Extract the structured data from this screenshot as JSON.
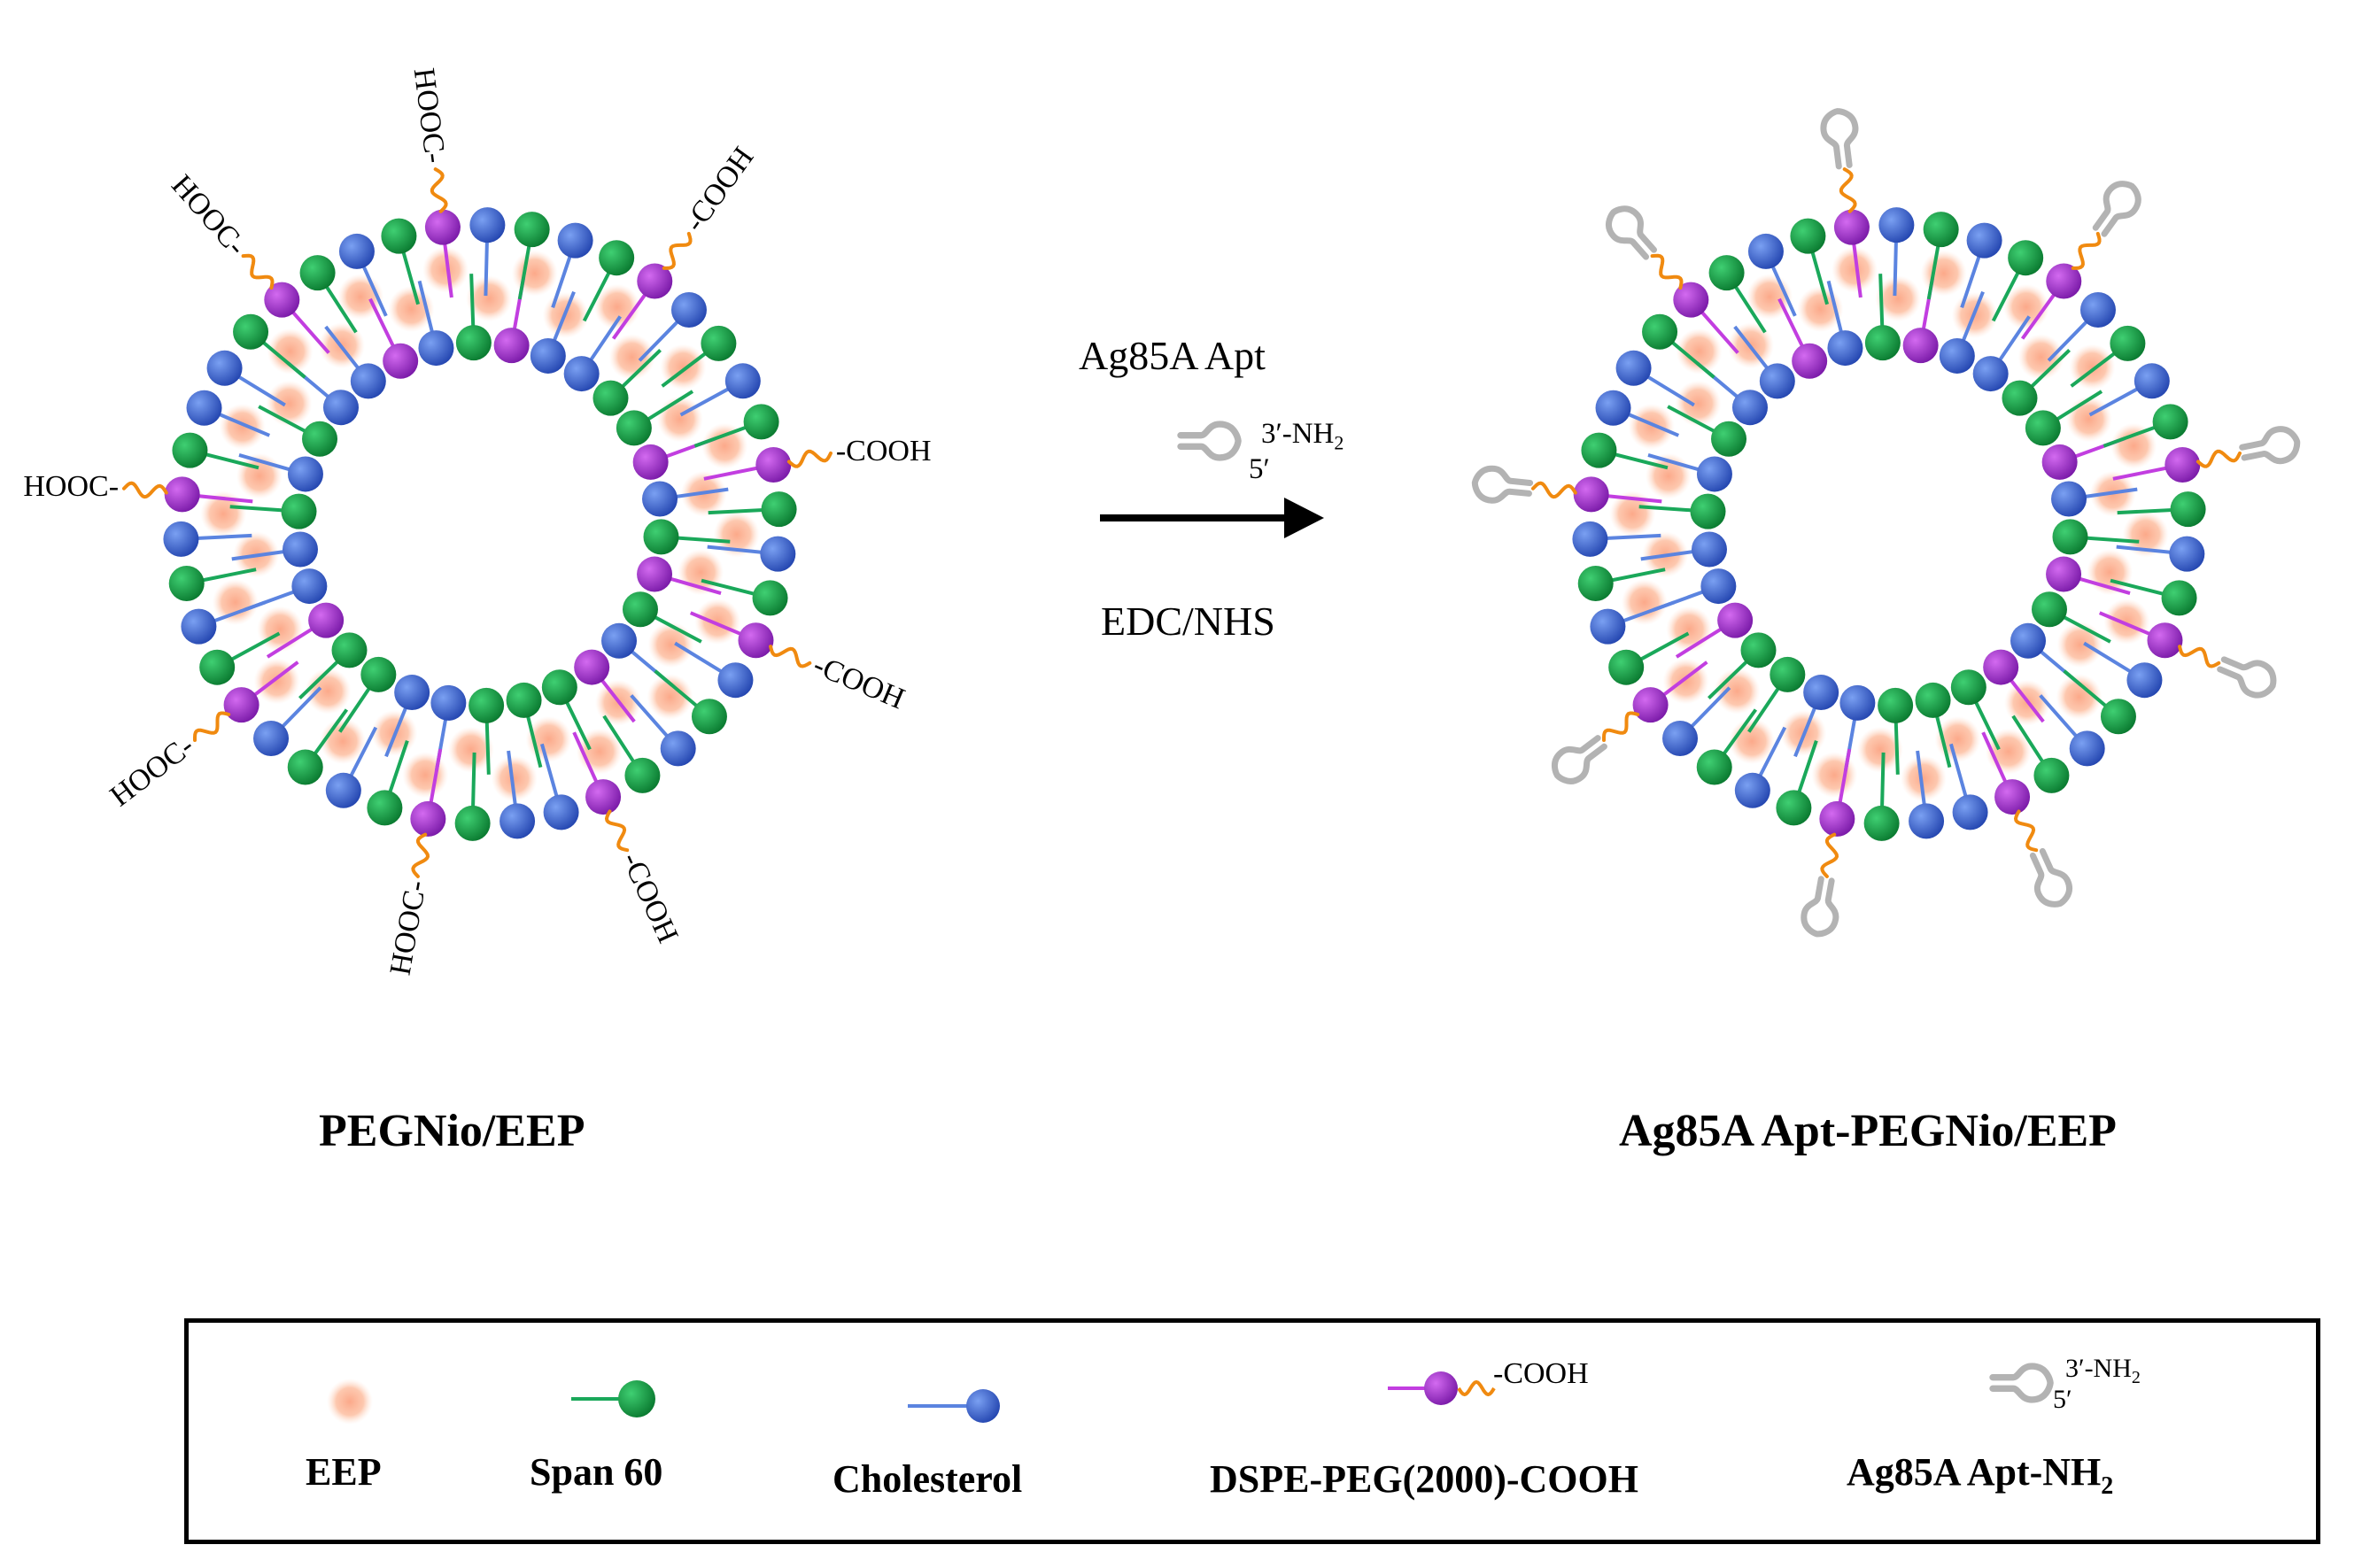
{
  "reaction": {
    "reagent_top": "Ag85A Apt",
    "aptamer_3prime": "3′-NH",
    "aptamer_3prime_sub": "2",
    "aptamer_5prime": "5′",
    "reagent_bottom": "EDC/NHS"
  },
  "left_vesicle": {
    "label": "PEGNio/EEP",
    "terminal_group": "-COOH",
    "terminal_group_reversed": "HOOC-"
  },
  "right_vesicle": {
    "label": "Ag85A Apt-PEGNio/EEP"
  },
  "legend": {
    "items": [
      {
        "key": "eep",
        "label": "EEP"
      },
      {
        "key": "span60",
        "label": "Span 60"
      },
      {
        "key": "cholesterol",
        "label": "Cholesterol"
      },
      {
        "key": "dspe",
        "label": "DSPE-PEG(2000)-COOH",
        "tail_text": "-COOH"
      },
      {
        "key": "aptamer",
        "label": "Ag85A Apt-NH",
        "label_sub": "2",
        "prime3": "3′-NH",
        "prime3_sub": "2",
        "prime5": "5′"
      }
    ]
  },
  "colors": {
    "span60_head": "#0f8f3c",
    "span60_tail": "#1aa85a",
    "cholesterol_head": "#3a5fd0",
    "cholesterol_tail": "#5b84e0",
    "dspe_head": "#9b1fc9",
    "dspe_tail": "#c23ee0",
    "peg_chain": "#f08a10",
    "eep": "#fbb58f",
    "aptamer": "#b3b3b3"
  }
}
